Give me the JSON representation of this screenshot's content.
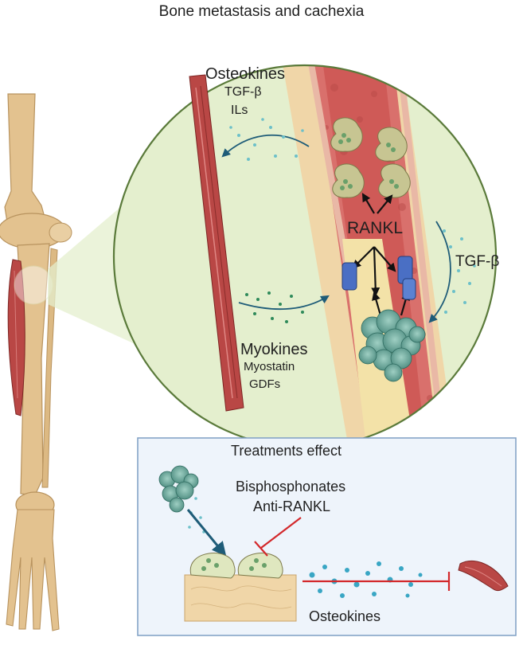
{
  "title": "Bone metastasis and cachexia",
  "zoom": {
    "osteokines": {
      "title": "Osteokines",
      "items": [
        "TGF-β",
        "ILs"
      ]
    },
    "rankl": "RANKL",
    "tgf_beta": "TGF-β",
    "myokines": {
      "title": "Myokines",
      "items": [
        "Myostatin",
        "GDFs"
      ]
    }
  },
  "treatments": {
    "title": "Treatments effect",
    "drugs": [
      "Bisphosphonates",
      "Anti-RANKL"
    ],
    "osteokines_label": "Osteokines"
  },
  "colors": {
    "zoom_circle_fill": "#e4efce",
    "zoom_circle_border": "#5a7a3a",
    "treatment_box_fill": "#eef4fb",
    "treatment_box_border": "#7f9fc4",
    "bone": "#e3c28f",
    "muscle": "#b94745",
    "inhibition": "#d3282b",
    "arrow": "#1e5c78",
    "tumor": "#6fa89c"
  }
}
